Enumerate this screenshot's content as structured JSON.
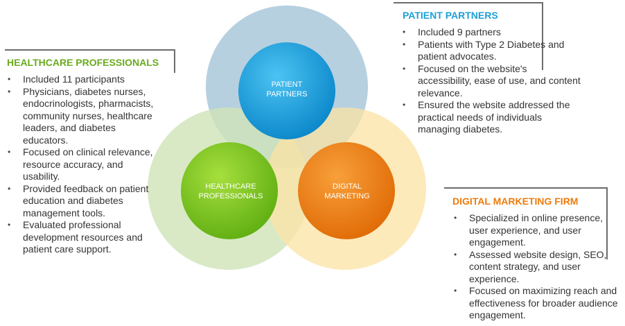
{
  "venn": {
    "circles": [
      {
        "id": "patient-partners",
        "label_line1": "PATIENT",
        "label_line2": "PARTNERS",
        "outer_color": "#a9c8da",
        "inner_color": "#1fa3df"
      },
      {
        "id": "healthcare-professionals",
        "label_line1": "HEALTHCARE",
        "label_line2": "PROFESSIONALS",
        "outer_color": "#cfe3b8",
        "inner_color": "#7cc51f"
      },
      {
        "id": "digital-marketing",
        "label_line1": "DIGITAL",
        "label_line2": "MARKETING",
        "outer_color": "#fbe3a4",
        "inner_color": "#ef7b0b"
      }
    ]
  },
  "panels": {
    "healthcare": {
      "title": "HEALTHCARE PROFESSIONALS",
      "title_color": "#6aaa1e",
      "items": [
        "Included 11 participants",
        "Physicians,  diabetes nurses, endocrinologists, pharmacists, community nurses, healthcare leaders, and diabetes educators.",
        "Focused on clinical relevance, resource accuracy, and usability.",
        "Provided feedback on patient education and diabetes management tools.",
        "Evaluated professional development resources and patient care support."
      ]
    },
    "patient": {
      "title": "PATIENT PARTNERS",
      "title_color": "#1c9fd6",
      "items": [
        "Included 9 partners",
        "Patients with Type 2 Diabetes and patient advocates.",
        "Focused on the website's accessibility, ease of use, and content relevance.",
        "Ensured the website addressed the practical needs of individuals managing diabetes."
      ]
    },
    "digital": {
      "title": "DIGITAL MARKETING FIRM",
      "title_color": "#ef7b0b",
      "items": [
        "Specialized in online presence, user experience, and user engagement.",
        "Assessed website design, SEO, content strategy, and user experience.",
        "Focused on maximizing reach and effectiveness for broader audience engagement."
      ]
    }
  }
}
